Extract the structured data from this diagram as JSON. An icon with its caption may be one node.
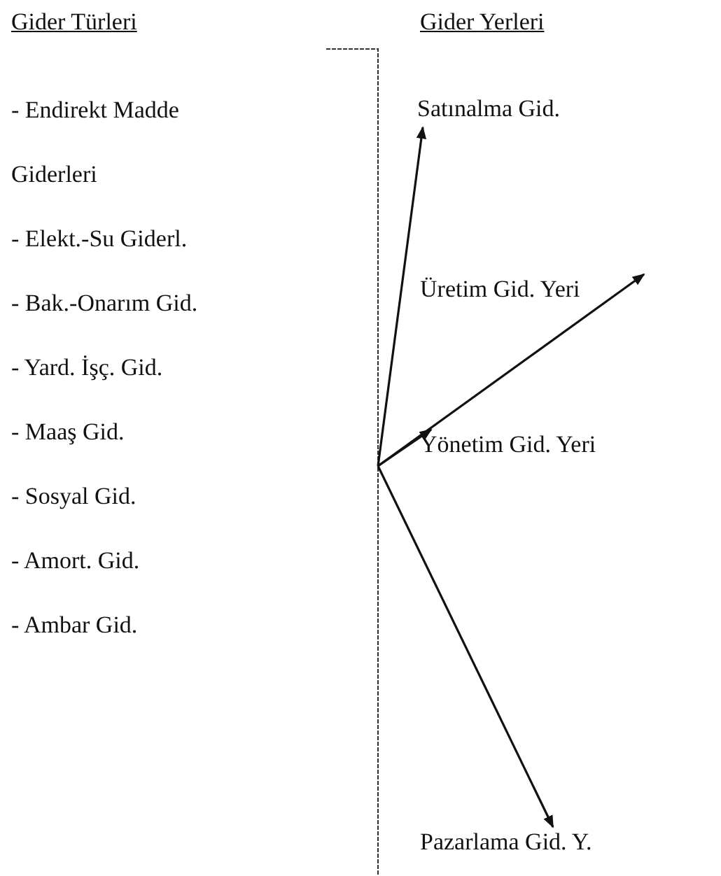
{
  "diagram": {
    "nodes": [
      {
        "text": [
          "Satınalma Gid."
        ]
      },
      {
        "text": [
          "Üretim Gid. Yeri"
        ]
      },
      {
        "text": [
          "Yönetim Gid. Yeri"
        ]
      },
      {
        "text": [
          "Pazarlama Gid. Y."
        ]
      }
    ],
    "edges": [
      {
        "from": null,
        "to": 0,
        "arrow": "to"
      },
      {
        "from": null,
        "to": 1,
        "arrow": "to"
      },
      {
        "from": null,
        "to": 2,
        "arrow": "to"
      },
      {
        "from": null,
        "to": 3,
        "arrow": "to"
      }
    ],
    "labels": [
      "Gider Türleri",
      "Gider Yerleri",
      "- Endirekt Madde Giderleri",
      "- Elekt.-Su Giderl.",
      "- Bak.-Onarım Gid.",
      "- Yard. İşç. Gid.",
      "- Maaş Gid.",
      "- Sosyal Gid.",
      "- Amort. Gid.",
      "- Ambar Gid."
    ]
  }
}
